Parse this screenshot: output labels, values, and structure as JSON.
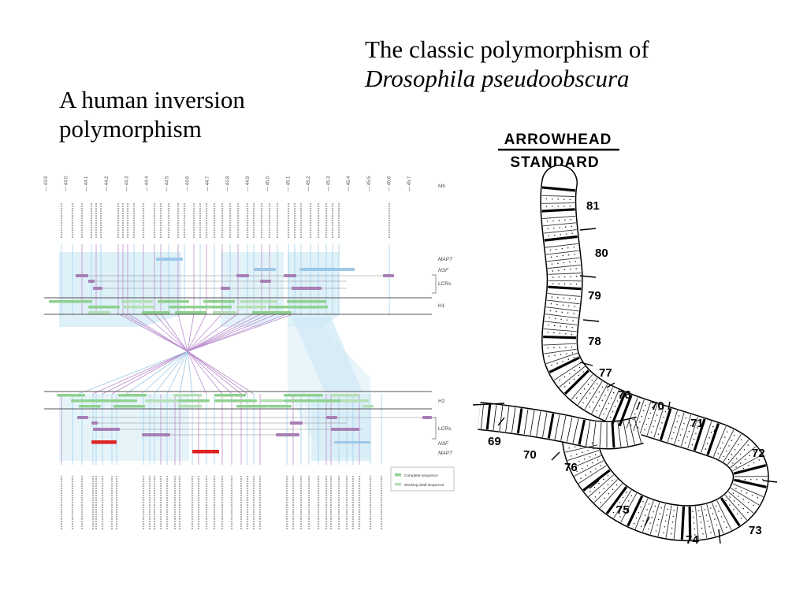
{
  "slide": {
    "title_right_line1": "The classic polymorphism of",
    "title_right_line2": "Drosophila pseudoobscura",
    "title_left": "A human inversion polymorphism"
  },
  "human_map": {
    "mb_label": "Mb",
    "mb_ticks": [
      "43.9",
      "44.0",
      "44.1",
      "44.2",
      "44.3",
      "44.4",
      "44.5",
      "44.6",
      "44.7",
      "44.8",
      "44.9",
      "45.0",
      "45.1",
      "45.2",
      "45.3",
      "45.4",
      "45.5",
      "45.6",
      "45.7"
    ],
    "right_labels": {
      "mapt": "MAPT",
      "nsf": "NSF",
      "lcrs": "LCRs",
      "h1": "H1",
      "h2": "H2",
      "lcrs_bottom": "LCRs",
      "nsf_bottom": "NSF",
      "mapt_bottom": "MAPT"
    },
    "legend": {
      "complete": "Complete sequence",
      "draft": "Working draft sequence"
    },
    "colors": {
      "complete": "#8fd18f",
      "draft": "#b5dfb5",
      "lcr": "#a77fb5",
      "mapt": "#9ec8e8",
      "mapt_h2": "#dd2222",
      "shade": "#d6ecf6",
      "cross": "#b98ccc"
    }
  },
  "polytene": {
    "header_top": "ARROWHEAD",
    "header_bottom": "STANDARD",
    "band_labels": [
      "81",
      "80",
      "79",
      "78",
      "77",
      "76",
      "70",
      "71",
      "72",
      "73",
      "74",
      "75",
      "76",
      "70",
      "69"
    ]
  }
}
